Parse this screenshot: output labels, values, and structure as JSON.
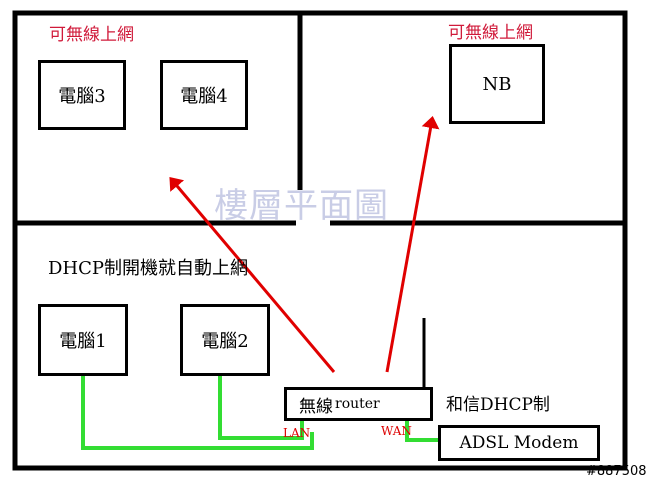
{
  "floor_plan_title": "樓層平面圖",
  "rooms": {
    "top_left_caption": "可無線上網",
    "top_right_caption": "可無線上網",
    "bottom_caption": "DHCP制開機就自動上網"
  },
  "devices": {
    "pc3": "電腦3",
    "pc4": "電腦4",
    "nb": "NB",
    "pc1": "電腦1",
    "pc2": "電腦2",
    "router_prefix": "無線",
    "router_suffix": "router",
    "modem": "ADSL Modem"
  },
  "notes": {
    "isp_dhcp": "和信DHCP制",
    "lan_port": "LAN",
    "wan_port": "WAN"
  },
  "image_id": "#887508",
  "colors": {
    "walls": "#000000",
    "arrows": "#e00000",
    "cables": "#33dd33",
    "captions": "#d01a3a",
    "watermark": "#c9cde6"
  }
}
